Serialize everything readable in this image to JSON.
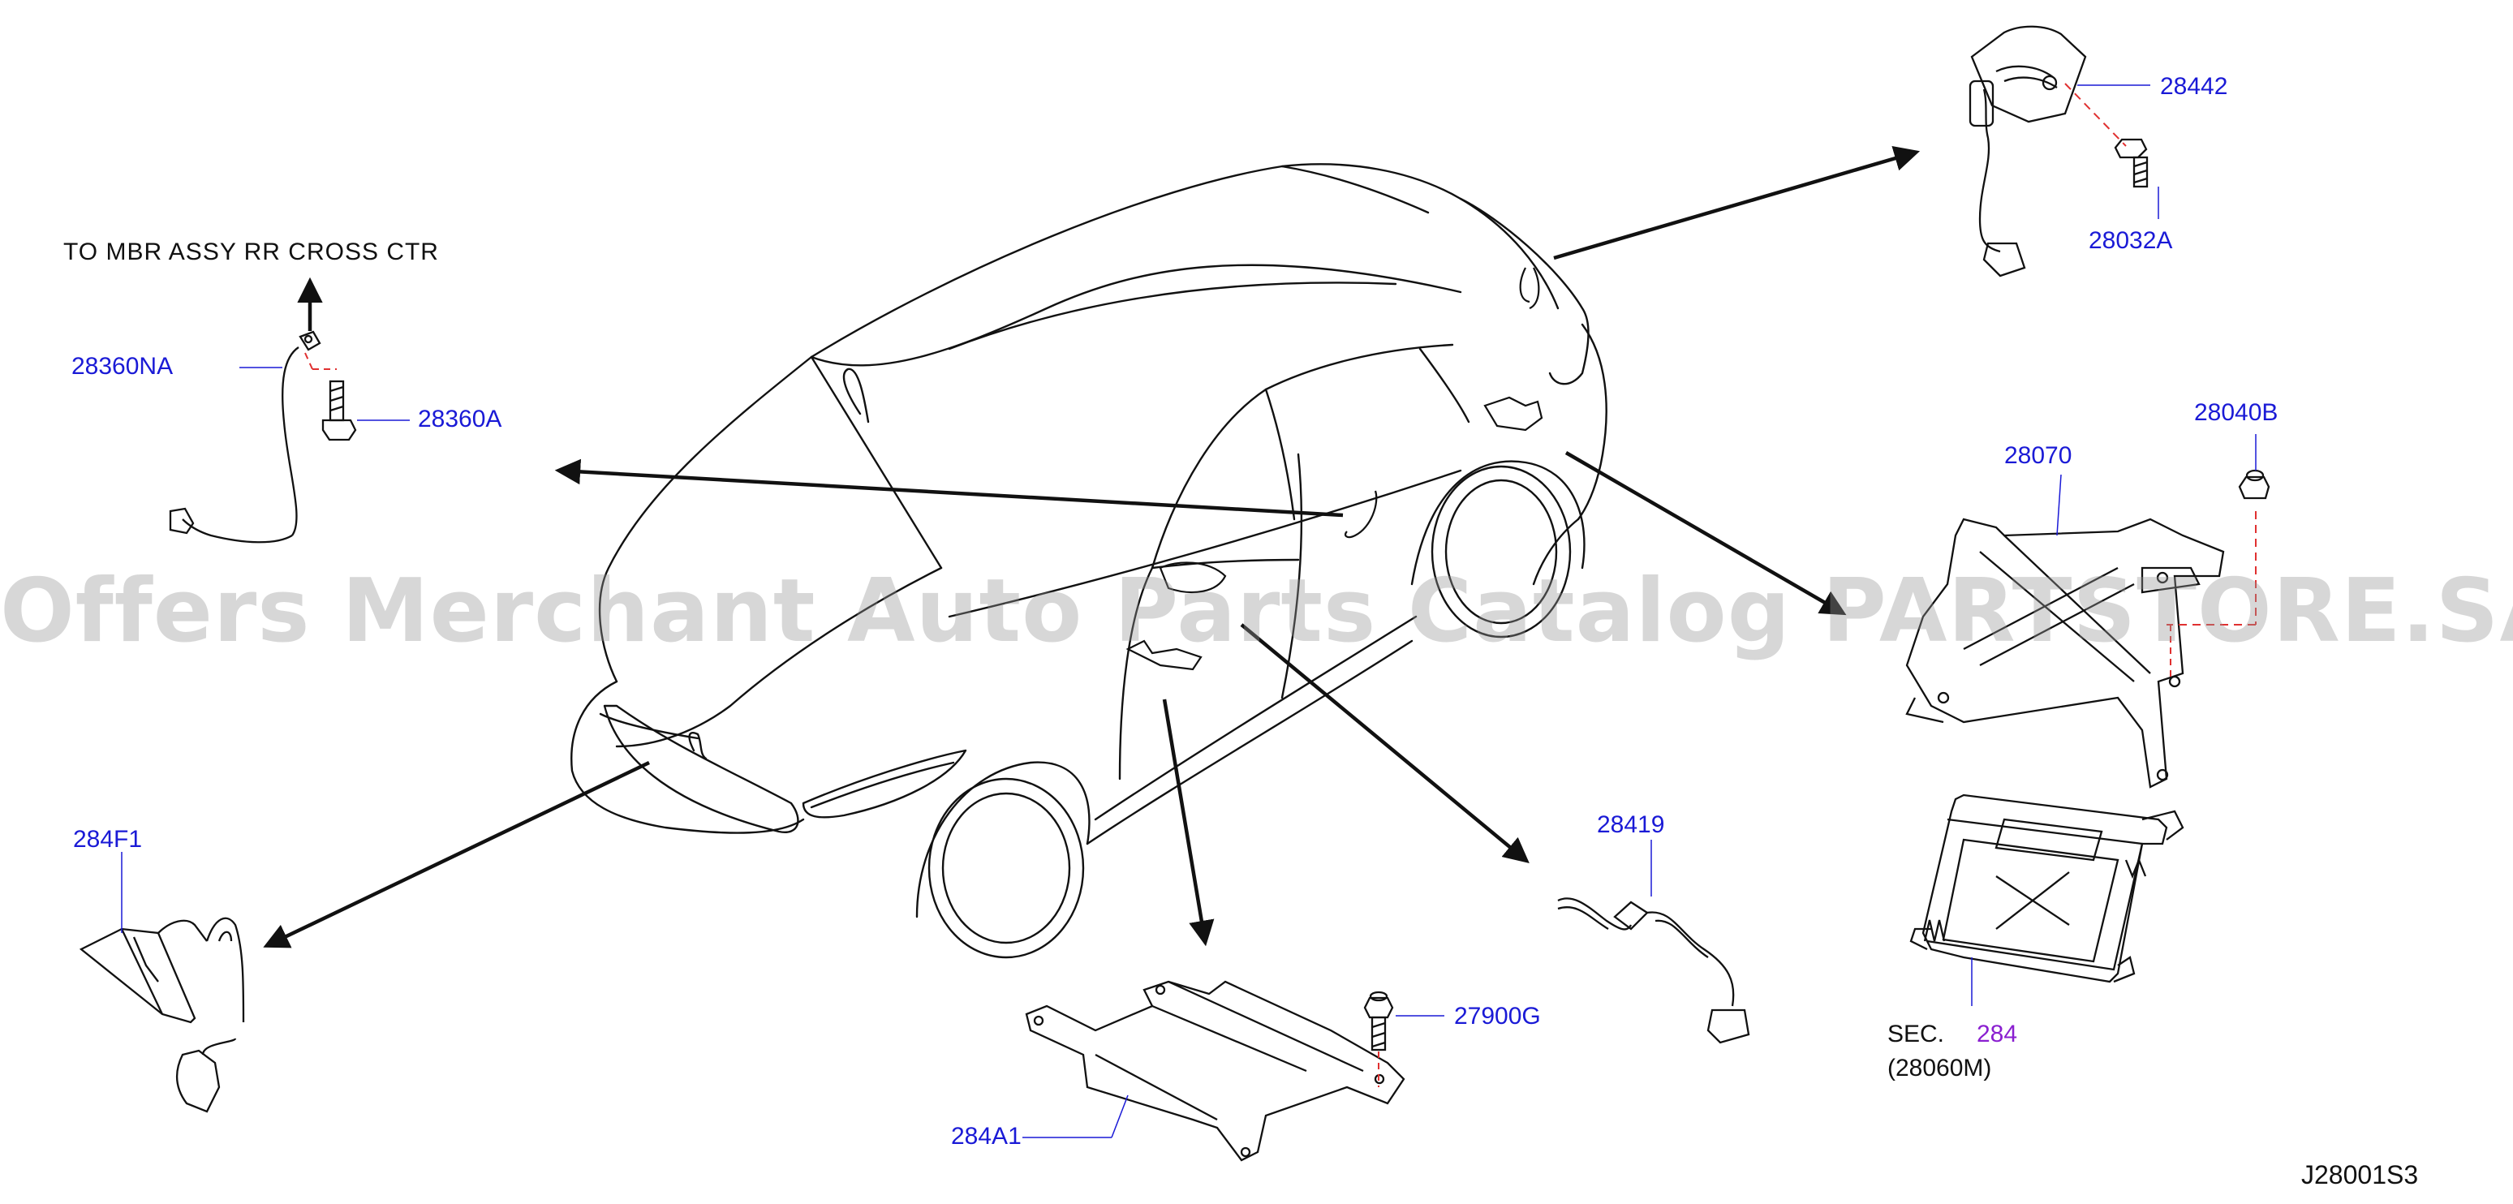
{
  "diagram": {
    "reference_code": "J28001S3",
    "watermark": "Offers Merchant Auto Parts Catalog PARTSTORE.SA",
    "note_destination": "TO  MBR  ASSY  RR  CROSS  CTR",
    "callouts": {
      "p28442": "28442",
      "p28032A": "28032A",
      "p28360NA": "28360NA",
      "p28360A": "28360A",
      "p28040B": "28040B",
      "p28070": "28070",
      "p284F1": "284F1",
      "p28419": "28419",
      "p27900G": "27900G",
      "p284A1": "284A1",
      "sec_label": "SEC.",
      "sec_number": "284",
      "sec_sub": "(28060M)"
    }
  },
  "colors": {
    "callout_text": "#1a1ad6",
    "section_link": "#8a1fd0",
    "leader_dash": "#e03030",
    "line_art": "#111111"
  }
}
